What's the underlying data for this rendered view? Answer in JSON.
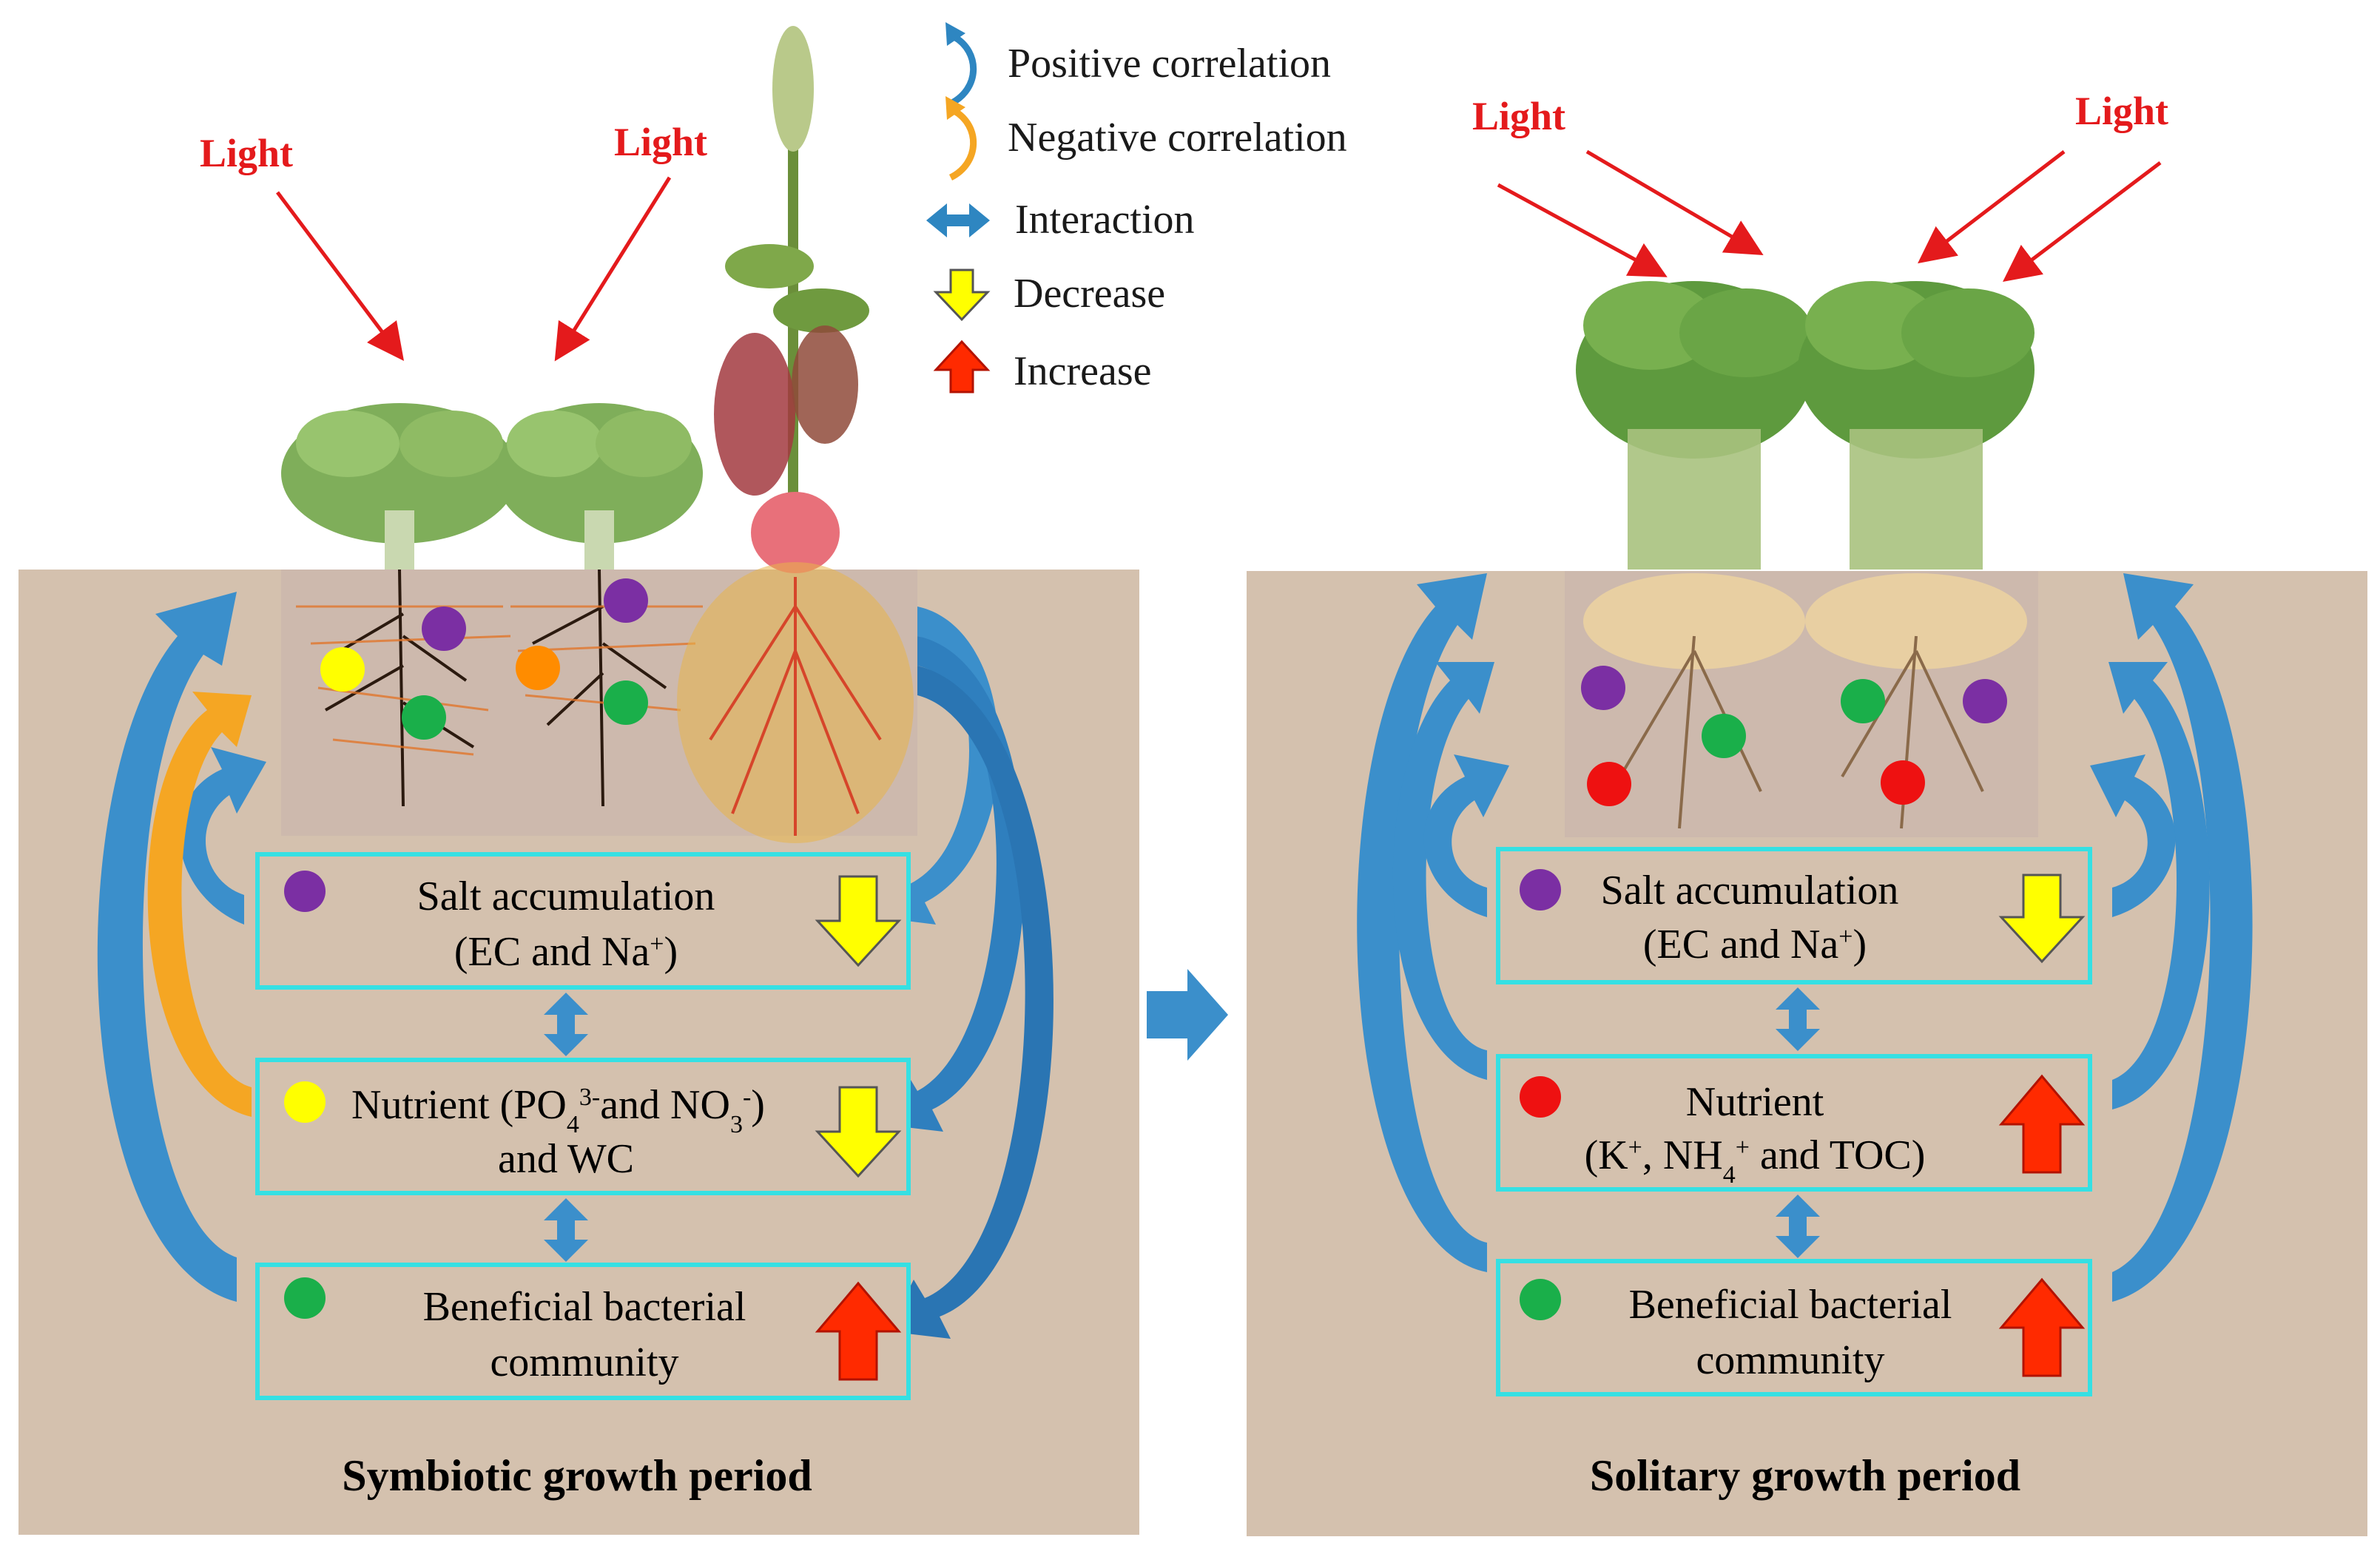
{
  "legend": {
    "positive": "Positive correlation",
    "negative": "Negative correlation",
    "interaction": "Interaction",
    "decrease": "Decrease",
    "increase": "Increase"
  },
  "light_label": "Light",
  "colors": {
    "soil": "#d4c1ae",
    "box_border": "#35e0e3",
    "arrow_blue": "#2e86c1",
    "arrow_orange": "#f5a623",
    "light_arrow": "#e41a1c",
    "decrease_fill": "#ffff00",
    "increase_fill": "#ff2a00",
    "dot_purple": "#7b2fa3",
    "dot_yellow": "#ffff00",
    "dot_green": "#1aaf4a",
    "dot_orange": "#ff8c00",
    "dot_red": "#ee1111"
  },
  "symbiotic": {
    "title": "Symbiotic growth period",
    "salt": {
      "line1": "Salt accumulation",
      "line2_pre": "(EC and Na",
      "line2_sup": "+",
      "line2_post": ")"
    },
    "nutrient": {
      "pre": "Nutrient  (PO",
      "sub1": "4",
      "sup1": "3-",
      "mid": "and NO",
      "sub2": "3",
      "sup2": "-",
      "post": ")",
      "line2": "and WC"
    },
    "bacteria": {
      "line1": "Beneficial  bacterial",
      "line2": "community"
    }
  },
  "solitary": {
    "title": "Solitary growth period",
    "salt": {
      "line1": "Salt accumulation",
      "line2_pre": "(EC and Na",
      "line2_sup": "+",
      "line2_post": ")"
    },
    "nutrient": {
      "line1": "Nutrient",
      "open": "(K",
      "sup1": "+",
      "mid": ", NH",
      "sub1": "4",
      "sup2": "+",
      "post": " and TOC)"
    },
    "bacteria": {
      "line1": "Beneficial  bacterial",
      "line2": "community"
    }
  }
}
